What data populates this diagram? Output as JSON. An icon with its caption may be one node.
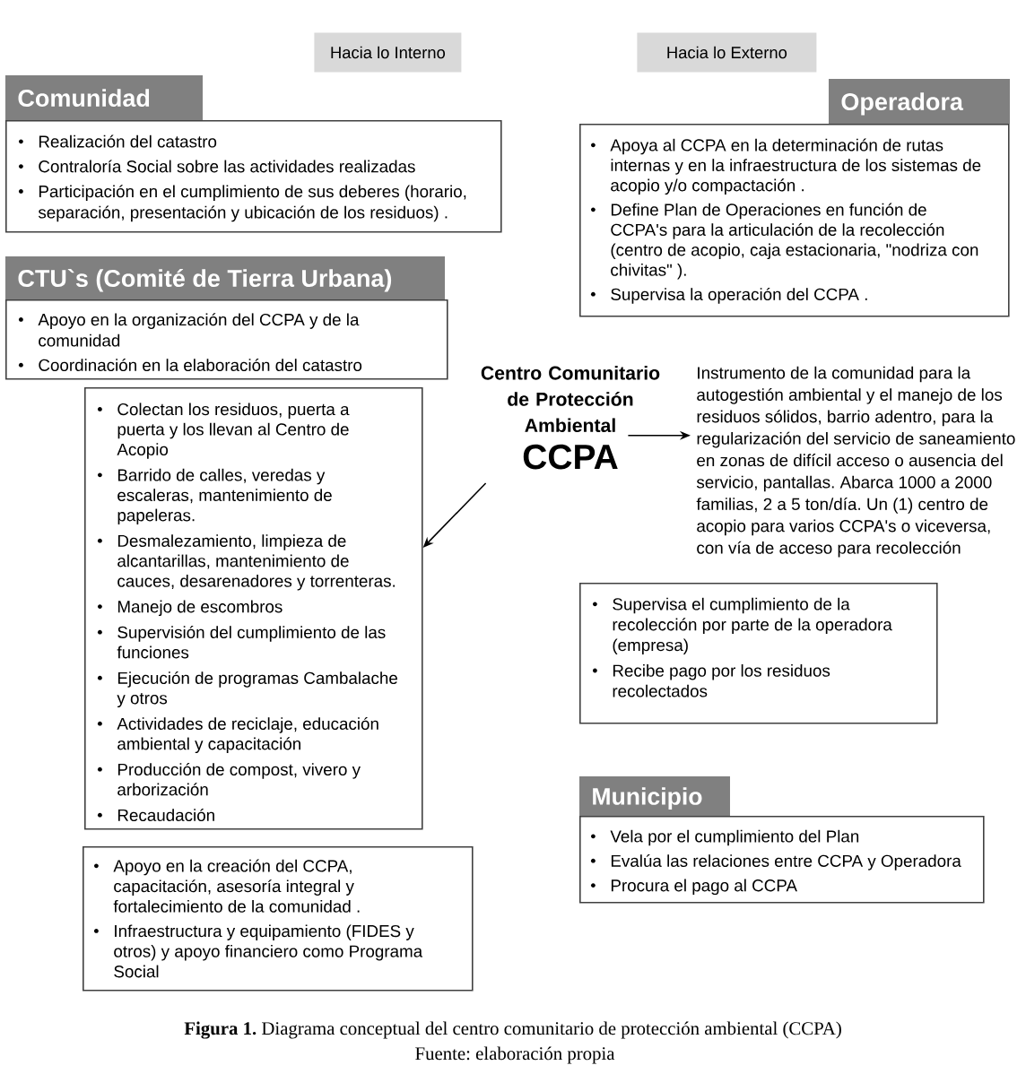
{
  "diagram": {
    "caption": "**Figura 1.** Diagrama conceptual del centro comunitario de protección ambiental (CCPA)",
    "nodes": [
      {
        "text": [
          "Hacia lo Interno"
        ]
      },
      {
        "text": [
          "Hacia lo Externo"
        ]
      },
      {
        "text": [
          "Comunidad",
          "Realización del catastro",
          "Contraloría Social sobre las actividades realizadas",
          "Participación en el cumplimiento de sus deberes (horario, separación, presentación y ubicación de los residuos) ."
        ]
      },
      {
        "text": [
          "Operadora",
          "Apoya al CCPA en la determinación de rutas internas y en la infraestructura de los sistemas de acopio y/o compactación .",
          "Define Plan de Operaciones en función de CCPA's para la articulación de la recolección (centro de acopio, caja estacionaria, \"nodriza con chivitas\" ).",
          "Supervisa la operación del CCPA ."
        ]
      },
      {
        "text": [
          "CTU`s (Comité de Tierra Urbana)",
          "Apoyo en la organización del CCPA y de la comunidad",
          "Coordinación en la elaboración del catastro"
        ]
      },
      {
        "text": [
          "Centro Comunitario de Protección Ambiental",
          "CCPA"
        ]
      },
      {
        "text": [
          "Instrumento de la comunidad para la autogestión ambiental y el manejo de los residuos sólidos, barrio adentro, para la regularización del servicio de saneamiento en zonas de difícil acceso o ausencia del servicio, pantallas. Abarca 1000 a 2000 familias, 2 a 5 ton/día. Un (1) centro de acopio para varios CCPA's o viceversa, con vía de acceso para recolección"
        ]
      },
      {
        "text": [
          "Colectan los residuos, puerta a puerta y los llevan al Centro de Acopio",
          "Barrido de calles, veredas y escaleras, mantenimiento de papeleras.",
          "Desmalezamiento, limpieza de alcantarillas, mantenimiento de cauces, desarenadores y torrenteras.",
          "Manejo de escombros",
          "Supervisión del cumplimiento de las funciones",
          "Ejecución de programas Cambalache y otros",
          "Actividades de reciclaje, educación ambiental y capacitación",
          "Producción de compost, vivero y arborización",
          "Recaudación"
        ]
      },
      {
        "text": [
          "Supervisa el cumplimiento de la recolección por parte de la operadora (empresa)",
          "Recibe pago por los residuos recolectados"
        ]
      },
      {
        "text": [
          "Municipio",
          "Vela por el cumplimiento del Plan",
          "Evalúa las relaciones entre CCPA y Operadora",
          "Procura el pago al CCPA"
        ]
      },
      {
        "text": [
          "Apoyo en la creación del CCPA, capacitación, asesoría integral y fortalecimiento de la comunidad .",
          "Infraestructura y equipamiento (FIDES y otros) y apoyo financiero como Programa Social"
        ]
      }
    ],
    "edges": [
      {
        "from": 5,
        "to": 6,
        "arrow": "to"
      },
      {
        "from": 5,
        "to": 7,
        "arrow": "to"
      }
    ],
    "labels": [
      "Fuente: elaboración propia"
    ]
  }
}
